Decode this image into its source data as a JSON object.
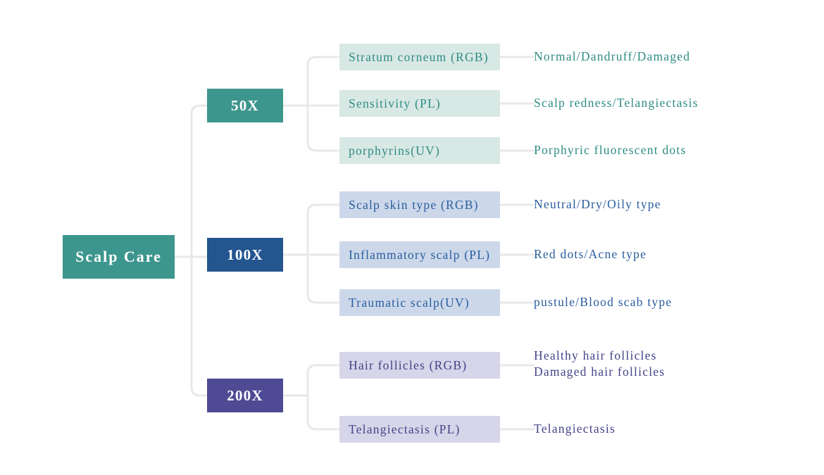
{
  "diagram": {
    "title": "Scalp Care",
    "root": {
      "label": "Scalp Care",
      "color": "#3d968e"
    },
    "groups": [
      {
        "level_label": "50X",
        "level_color": "#3d968e",
        "leaf_bg": "#d8e8e4",
        "leaf_text_color": "#2f8c84",
        "items": [
          {
            "label": "Stratum corneum (RGB)",
            "desc": "Normal/Dandruff/Damaged"
          },
          {
            "label": "Sensitivity (PL)",
            "desc": "Scalp redness/Telangiectasis"
          },
          {
            "label": "porphyrins(UV)",
            "desc": "Porphyric fluorescent dots"
          }
        ]
      },
      {
        "level_label": "100X",
        "level_color": "#23558f",
        "leaf_bg": "#ccd8ea",
        "leaf_text_color": "#2a5d9e",
        "items": [
          {
            "label": "Scalp skin type (RGB)",
            "desc": "Neutral/Dry/Oily type"
          },
          {
            "label": "Inflammatory scalp (PL)",
            "desc": "Red dots/Acne type"
          },
          {
            "label": "Traumatic scalp(UV)",
            "desc": "pustule/Blood scab type"
          }
        ]
      },
      {
        "level_label": "200X",
        "level_color": "#4f4a94",
        "leaf_bg": "#d7d5e9",
        "leaf_text_color": "#454288",
        "items": [
          {
            "label": "Hair follicles (RGB)",
            "desc_line1": "Healthy hair follicles",
            "desc_line2": "Damaged hair follicles"
          },
          {
            "label": "Telangiectasis (PL)",
            "desc": "Telangiectasis"
          }
        ]
      }
    ],
    "connector_color": "#e8e8e8"
  }
}
